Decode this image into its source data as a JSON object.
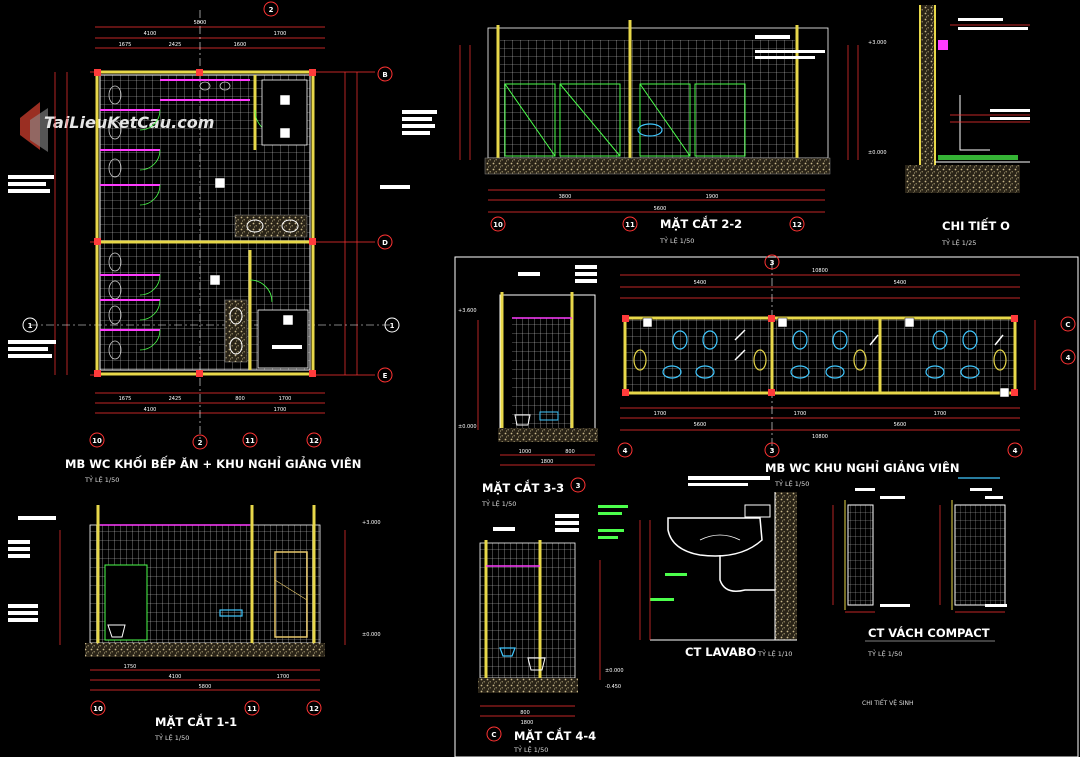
{
  "watermark": "TaiLieuKetCau.com",
  "plan_left": {
    "title": "MB WC KHỐI BẾP ĂN + KHU NGHỈ GIẢNG VIÊN",
    "scale": "TỶ LỆ 1/50",
    "top_dims": [
      "5800",
      "4100",
      "1700",
      "1675",
      "2425",
      "1600"
    ],
    "bottom_dims": [
      "1675",
      "2425",
      "800",
      "1700",
      "4100",
      "1700"
    ],
    "grid_top": [
      "2"
    ],
    "grid_bottom": [
      "10",
      "2",
      "11",
      "12"
    ],
    "grid_sides": [
      "B",
      "D",
      "1",
      "E"
    ]
  },
  "section22": {
    "title": "MẶT CẮT 2-2",
    "scale": "TỶ LỆ 1/50",
    "dims": [
      "5600",
      "3800",
      "1900"
    ],
    "grid": [
      "10",
      "11",
      "12"
    ]
  },
  "detailO": {
    "title": "CHI TIẾT O",
    "scale": "TỶ LỆ 1/25"
  },
  "section33": {
    "title": "MẶT CẮT 3-3",
    "scale": "TỶ LỆ 1/50",
    "dims": [
      "1800",
      "1000",
      "800"
    ],
    "grid": [
      "3"
    ]
  },
  "plan_right": {
    "title": "MB WC KHU NGHỈ GIẢNG VIÊN",
    "scale": "TỶ LỆ 1/50",
    "top_dims": [
      "10800",
      "5400",
      "5400"
    ],
    "bottom_dims": [
      "1700",
      "1700",
      "1700",
      "5600",
      "5600",
      "10800"
    ],
    "grid": [
      "3",
      "4",
      "C",
      "4"
    ]
  },
  "section11": {
    "title": "MẶT CẮT 1-1",
    "scale": "TỶ LỆ 1/50",
    "dims": [
      "1750",
      "4100",
      "1700",
      "5800"
    ],
    "grid": [
      "10",
      "11",
      "12"
    ]
  },
  "section44": {
    "title": "MẶT CẮT 4-4",
    "scale": "TỶ LỆ 1/50",
    "dims": [
      "800",
      "1800"
    ],
    "grid": [
      "C"
    ]
  },
  "ct_lavabo": {
    "title": "CT LAVABO",
    "scale": "TỶ LỆ 1/10"
  },
  "ct_vach": {
    "title": "CT VÁCH COMPACT",
    "scale": "TỶ LỆ 1/50"
  },
  "footer": "CHI TIẾT VỆ SINH",
  "levels": [
    "±0.000",
    "+3.000",
    "+3.600",
    "-0.450"
  ]
}
